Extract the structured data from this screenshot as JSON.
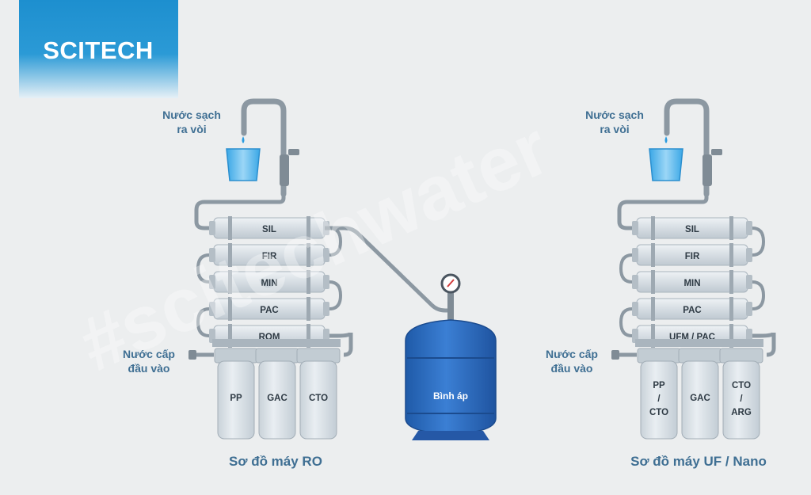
{
  "brand": {
    "name": "SCITECH",
    "color": "#1d8fcf"
  },
  "watermark": "#scitechwater",
  "ro_system": {
    "title": "Sơ đồ máy RO",
    "outlet_label": [
      "Nước sạch",
      "ra vòi"
    ],
    "inlet_label": [
      "Nước cấp",
      "đầu vào"
    ],
    "horizontal_filters": [
      "SIL",
      "FIR",
      "MIN",
      "PAC",
      "ROM"
    ],
    "vertical_filters": [
      [
        "PP"
      ],
      [
        "GAC"
      ],
      [
        "CTO"
      ]
    ],
    "pressure_tank": {
      "label": "Bình áp",
      "color": "#2f6ec2"
    }
  },
  "uf_system": {
    "title": "Sơ đồ máy UF / Nano",
    "outlet_label": [
      "Nước sạch",
      "ra vòi"
    ],
    "inlet_label": [
      "Nước cấp",
      "đầu vào"
    ],
    "horizontal_filters": [
      "SIL",
      "FIR",
      "MIN",
      "PAC",
      "UFM / PAC"
    ],
    "vertical_filters": [
      [
        "PP",
        "/",
        "CTO"
      ],
      [
        "GAC"
      ],
      [
        "CTO",
        "/",
        "ARG"
      ]
    ]
  },
  "colors": {
    "label_blue": "#3f6f93",
    "filter_body": "#d9e0e5",
    "pipe": "#8c98a2",
    "background": "#eceeef"
  }
}
